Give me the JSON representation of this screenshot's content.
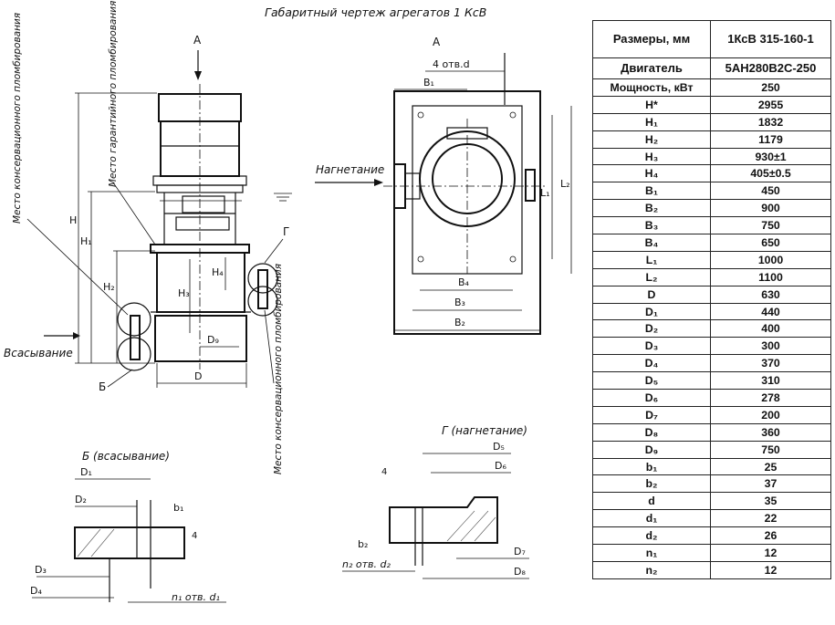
{
  "title": "Габаритный чертеж агрегатов 1 КсВ",
  "labels": {
    "view_a_top": "А",
    "view_a": "А",
    "holes_4d": "4 отв.d",
    "discharge": "Нагнетание",
    "suction": "Всасывание",
    "cons_seal_left": "Место консервационного пломбирования",
    "warranty_seal": "Место гарантийного пломбирования",
    "cons_seal_right": "Место консервационного пломбирования",
    "flange_b_title": "Б (всасывание)",
    "flange_g_title": "Г (нагнетание)",
    "callout_b": "Б",
    "callout_g": "Г",
    "holes_n1": "n₁ отв. d₁",
    "holes_n2": "n₂ отв. d₂",
    "dim": {
      "H": "H",
      "H1": "H₁",
      "H2": "H₂",
      "H3": "H₃",
      "H4": "H₄",
      "D": "D",
      "D9": "D₉",
      "B1": "B₁",
      "B2": "B₂",
      "B3": "B₃",
      "B4": "B₄",
      "L1": "L₁",
      "L2": "L₂",
      "D1": "D₁",
      "D2": "D₂",
      "D3": "D₃",
      "D4": "D₄",
      "b1": "b₁",
      "D5": "D₅",
      "D6": "D₆",
      "D7": "D₇",
      "D8": "D₈",
      "b2": "b₂",
      "four": "4"
    }
  },
  "table": {
    "header": [
      "Размеры, мм",
      "1КсВ 315-160-1"
    ],
    "motor": [
      "Двигатель",
      "5АН280В2С-250"
    ],
    "power": [
      "Мощность, кВт",
      "250"
    ],
    "rows": [
      [
        "H*",
        "2955"
      ],
      [
        "H₁",
        "1832"
      ],
      [
        "H₂",
        "1179"
      ],
      [
        "H₃",
        "930±1"
      ],
      [
        "H₄",
        "405±0.5"
      ],
      [
        "B₁",
        "450"
      ],
      [
        "B₂",
        "900"
      ],
      [
        "B₃",
        "750"
      ],
      [
        "B₄",
        "650"
      ],
      [
        "L₁",
        "1000"
      ],
      [
        "L₂",
        "1100"
      ],
      [
        "D",
        "630"
      ],
      [
        "D₁",
        "440"
      ],
      [
        "D₂",
        "400"
      ],
      [
        "D₃",
        "300"
      ],
      [
        "D₄",
        "370"
      ],
      [
        "D₅",
        "310"
      ],
      [
        "D₆",
        "278"
      ],
      [
        "D₇",
        "200"
      ],
      [
        "D₈",
        "360"
      ],
      [
        "D₉",
        "750"
      ],
      [
        "b₁",
        "25"
      ],
      [
        "b₂",
        "37"
      ],
      [
        "d",
        "35"
      ],
      [
        "d₁",
        "22"
      ],
      [
        "d₂",
        "26"
      ],
      [
        "n₁",
        "12"
      ],
      [
        "n₂",
        "12"
      ]
    ]
  }
}
